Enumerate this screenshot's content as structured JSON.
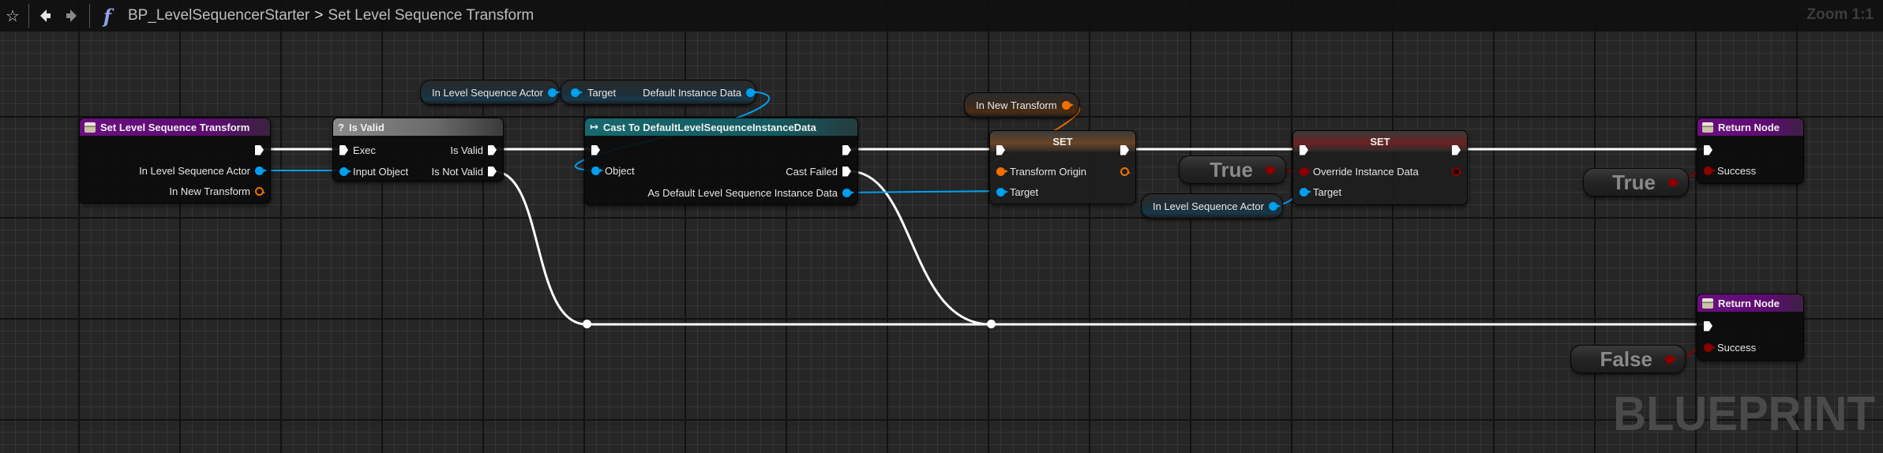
{
  "toolbar": {
    "star_icon": "star-outline",
    "back_icon": "arrow-left",
    "forward_icon": "arrow-right",
    "function_icon": "f",
    "breadcrumb": [
      "BP_LevelSequencerStarter",
      "Set Level Sequence Transform"
    ],
    "separator": ">",
    "zoom_label": "Zoom 1:1"
  },
  "colors": {
    "exec_wire": "#ffffff",
    "object_pin": "#00a0f0",
    "struct_pin": "#f07000",
    "bool_pin": "#8c0000",
    "function_header": "#6a0f80",
    "cast_header": "#17686e"
  },
  "nodes": {
    "entry": {
      "title": "Set Level Sequence Transform",
      "icon": "function-entry-icon",
      "pins": [
        "In Level Sequence Actor",
        "In New Transform"
      ]
    },
    "is_valid": {
      "title": "Is Valid",
      "icon": "?",
      "inputs": [
        "Exec",
        "Input Object"
      ],
      "outputs": [
        "Is Valid",
        "Is Not Valid"
      ]
    },
    "getter_actor_1": {
      "label": "In Level Sequence Actor"
    },
    "getter_default_instance": {
      "input": "Target",
      "output": "Default Instance Data"
    },
    "cast": {
      "title": "Cast To DefaultLevelSequenceInstanceData",
      "icon": "↦",
      "inputs": [
        "Object"
      ],
      "outputs": [
        "Cast Failed",
        "As Default Level Sequence Instance Data"
      ]
    },
    "getter_transform": {
      "label": "In New Transform"
    },
    "set_1": {
      "title": "SET",
      "pins": [
        "Transform Origin",
        "Target"
      ]
    },
    "literal_true_1": {
      "value": "True"
    },
    "getter_actor_2": {
      "label": "In Level Sequence Actor"
    },
    "set_2": {
      "title": "SET",
      "pins": [
        "Override Instance Data",
        "Target"
      ]
    },
    "return_1": {
      "title": "Return Node",
      "pin": "Success"
    },
    "literal_true_2": {
      "value": "True"
    },
    "return_2": {
      "title": "Return Node",
      "pin": "Success"
    },
    "literal_false": {
      "value": "False"
    }
  },
  "watermark": "BLUEPRINT"
}
